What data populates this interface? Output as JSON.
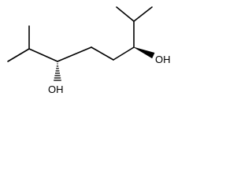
{
  "molecule": {
    "atom_labels": {
      "oh_right": "OH",
      "oh_left": "OH"
    },
    "stereo": {
      "right_carbinol": "wedge",
      "left_carbinol": "hash"
    },
    "colors": {
      "bond": "#000000",
      "background": "#ffffff"
    }
  }
}
